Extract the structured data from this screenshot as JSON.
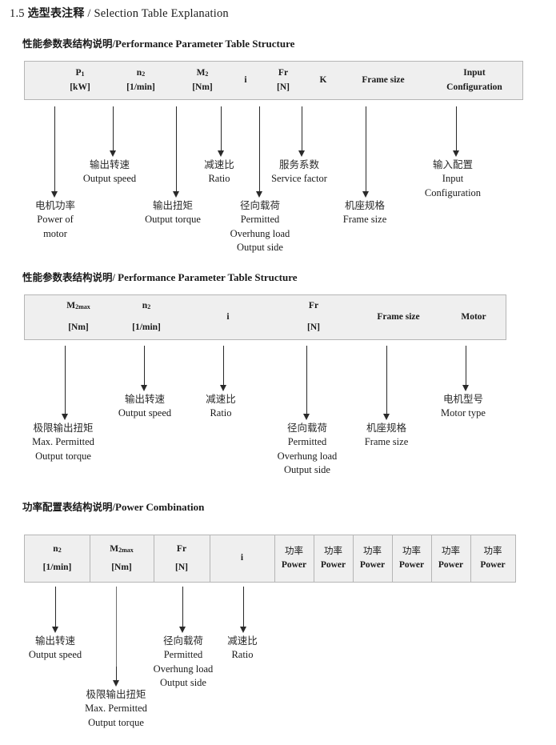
{
  "document": {
    "section_number": "1.5",
    "title_cn": "选型表注释",
    "title_sep": "/",
    "title_en": "Selection Table Explanation"
  },
  "sections": [
    {
      "heading_cn": "性能参数表结构说明",
      "heading_sep": "/",
      "heading_en": "Performance Parameter Table Structure",
      "table": {
        "columns": [
          {
            "line1": "P",
            "sub1": "1",
            "line2": "[kW]"
          },
          {
            "line1": "n",
            "sub1": "2",
            "line2": "[1/min]"
          },
          {
            "line1": "M",
            "sub1": "2",
            "line2": "[Nm]"
          },
          {
            "line1": "i",
            "sub1": "",
            "line2": ""
          },
          {
            "line1": "Fr",
            "sub1": "",
            "line2": "[N]"
          },
          {
            "line1": "K",
            "sub1": "",
            "line2": ""
          },
          {
            "line1": "Frame size",
            "sub1": "",
            "line2": ""
          },
          {
            "line1": "Input",
            "sub1": "",
            "line2": "Configuration"
          }
        ]
      },
      "notes": [
        {
          "cn": "电机功率",
          "en": [
            "Power of",
            "motor"
          ]
        },
        {
          "cn": "输出转速",
          "en": [
            "Output speed"
          ]
        },
        {
          "cn": "输出扭矩",
          "en": [
            "Output torque"
          ]
        },
        {
          "cn": "减速比",
          "en": [
            "Ratio"
          ]
        },
        {
          "cn": "径向载荷",
          "en": [
            "Permitted",
            "Overhung load",
            "Output side"
          ]
        },
        {
          "cn": "服务系数",
          "en": [
            "Service factor"
          ]
        },
        {
          "cn": "机座规格",
          "en": [
            "Frame size"
          ]
        },
        {
          "cn": "输入配置",
          "en": [
            "Input",
            "Configuration"
          ]
        }
      ]
    },
    {
      "heading_cn": "性能参数表结构说明",
      "heading_sep": "/",
      "heading_en": "Performance Parameter Table Structure",
      "table": {
        "columns": [
          {
            "line1": "M",
            "sub1": "2max",
            "line2": "[Nm]"
          },
          {
            "line1": "n",
            "sub1": "2",
            "line2": "[1/min]"
          },
          {
            "line1": "i",
            "sub1": "",
            "line2": ""
          },
          {
            "line1": "Fr",
            "sub1": "",
            "line2": "[N]"
          },
          {
            "line1": "Frame size",
            "sub1": "",
            "line2": ""
          },
          {
            "line1": "Motor",
            "sub1": "",
            "line2": ""
          }
        ]
      },
      "notes": [
        {
          "cn": "极限输出扭矩",
          "en": [
            "Max. Permitted",
            "Output  torque"
          ]
        },
        {
          "cn": "输出转速",
          "en": [
            "Output speed"
          ]
        },
        {
          "cn": "减速比",
          "en": [
            "Ratio"
          ]
        },
        {
          "cn": "径向载荷",
          "en": [
            "Permitted",
            "Overhung load",
            "Output side"
          ]
        },
        {
          "cn": "机座规格",
          "en": [
            "Frame size"
          ]
        },
        {
          "cn": "电机型号",
          "en": [
            "Motor type"
          ]
        }
      ]
    },
    {
      "heading_cn": "功率配置表结构说明",
      "heading_sep": "/",
      "heading_en": "Power Combination",
      "table": {
        "columns": [
          {
            "line1": "n",
            "sub1": "2",
            "line2": "[1/min]"
          },
          {
            "line1": "M",
            "sub1": "2max",
            "line2": "[Nm]"
          },
          {
            "line1": "Fr",
            "sub1": "",
            "line2": "[N]"
          },
          {
            "line1": "i",
            "sub1": "",
            "line2": ""
          },
          {
            "cn": "功率",
            "line2": "Power"
          },
          {
            "cn": "功率",
            "line2": "Power"
          },
          {
            "cn": "功率",
            "line2": "Power"
          },
          {
            "cn": "功率",
            "line2": "Power"
          },
          {
            "cn": "功率",
            "line2": "Power"
          },
          {
            "cn": "功率",
            "line2": "Power"
          }
        ]
      },
      "notes": [
        {
          "cn": "输出转速",
          "en": [
            "Output speed"
          ]
        },
        {
          "cn": "极限输出扭矩",
          "en": [
            "Max. Permitted",
            "Output  torque"
          ]
        },
        {
          "cn": "径向载荷",
          "en": [
            "Permitted",
            "Overhung load",
            "Output side"
          ]
        },
        {
          "cn": "减速比",
          "en": [
            "Ratio"
          ]
        }
      ]
    }
  ],
  "colors": {
    "table_fill": "#efefef",
    "table_border": "#b5b5b5",
    "arrow": "#2a2a2a",
    "text": "#1a1a1a"
  }
}
